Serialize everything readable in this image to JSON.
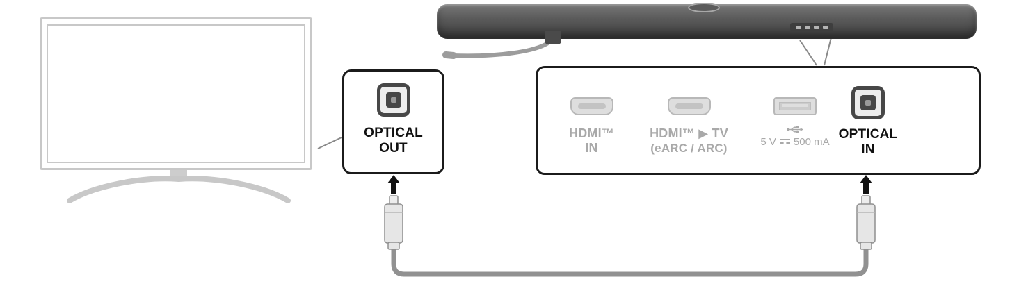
{
  "optical_out_panel": {
    "label_line1": "OPTICAL",
    "label_line2": "OUT"
  },
  "ports_panel": {
    "hdmi_in": {
      "label_line1": "HDMI™",
      "label_line2": "IN"
    },
    "hdmi_tv": {
      "label_line1": "HDMI™ ▶ TV",
      "label_line2": "(eARC / ARC)"
    },
    "usb": {
      "voltage": "5 V",
      "current": "500 mA"
    },
    "optical_in": {
      "label_line1": "OPTICAL",
      "label_line2": "IN"
    }
  },
  "colors": {
    "panel_outline": "#1b1b1b",
    "inactive_label": "#a9a9a9",
    "active_label": "#111111",
    "tv_outline": "#c8c8c8",
    "cable": "#919191",
    "soundbar": "#555555",
    "arrow": "#111111"
  }
}
